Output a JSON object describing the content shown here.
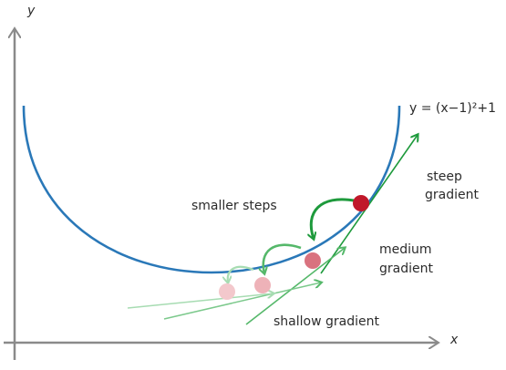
{
  "equation": "y = (x−1)²+1",
  "axes": {
    "x_label": "x",
    "y_label": "y"
  },
  "labels": {
    "smaller_steps": "smaller steps",
    "steep_line1": "steep",
    "steep_line2": "gradient",
    "medium_line1": "medium",
    "medium_line2": "gradient",
    "shallow": "shallow gradient"
  },
  "colors": {
    "curve": "#2a78b8",
    "axis": "#8a8a8a",
    "arrow_dark": "#1e9a3c",
    "arrow_mid": "#55b86a",
    "arrow_light": "#a7dcb2",
    "ball_steep": "#c0182a",
    "ball_medium": "#d9727f",
    "ball_shallow_1": "#eeb2b8",
    "ball_shallow_2": "#f3c8cc"
  }
}
